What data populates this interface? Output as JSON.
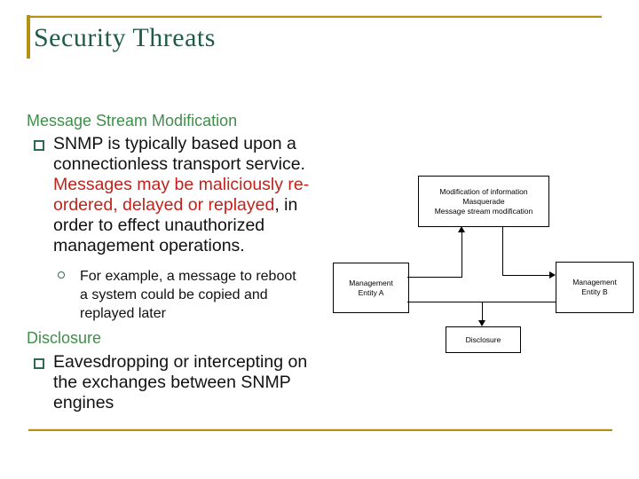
{
  "slide": {
    "title": "Security Threats"
  },
  "colors": {
    "accent_gold": "#b2920f",
    "title_green": "#1f5c45",
    "heading_green": "#3f8f4a",
    "emphasis_red": "#c2221b",
    "diagram_border": "#000000"
  },
  "content": {
    "section1": {
      "heading": "Message Stream Modification",
      "bullet": {
        "text_before": "SNMP is typically based upon a connectionless transport service. ",
        "text_red": "Messages may be maliciously re-ordered, delayed or replayed",
        "text_after": ", in order to effect unauthorized management operations."
      },
      "sub_bullet": "For example, a message to reboot a system could be copied and replayed later"
    },
    "section2": {
      "heading": "Disclosure",
      "bullet": "Eavesdropping or intercepting on the exchanges between SNMP engines"
    }
  },
  "diagram": {
    "threat_box": {
      "line1": "Modification of information",
      "line2": "Masquerade",
      "line3": "Message stream modification"
    },
    "entity_a": {
      "line1": "Management",
      "line2": "Entity A"
    },
    "entity_b": {
      "line1": "Management",
      "line2": "Entity B"
    },
    "disclosure_box": {
      "label": "Disclosure"
    }
  }
}
